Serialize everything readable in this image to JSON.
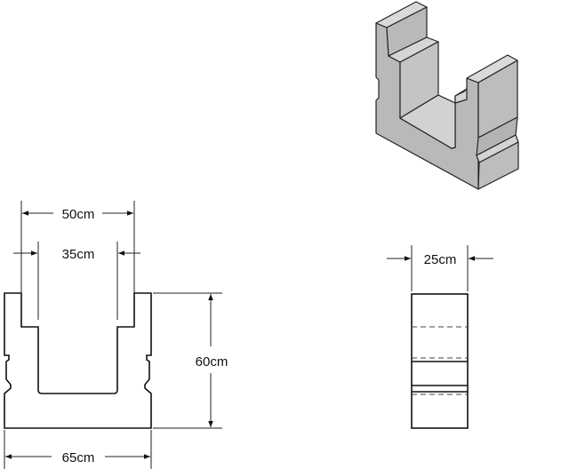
{
  "drawing": {
    "front_view": {
      "dimensions": {
        "outer_top_width": "50cm",
        "inner_width": "35cm",
        "height": "60cm",
        "base_width": "65cm"
      }
    },
    "side_view": {
      "dimensions": {
        "depth": "25cm"
      }
    },
    "colors": {
      "face": "#b9b9b9",
      "top_face": "#dadada",
      "floor": "#d2d2d2",
      "line": "#111111"
    }
  }
}
